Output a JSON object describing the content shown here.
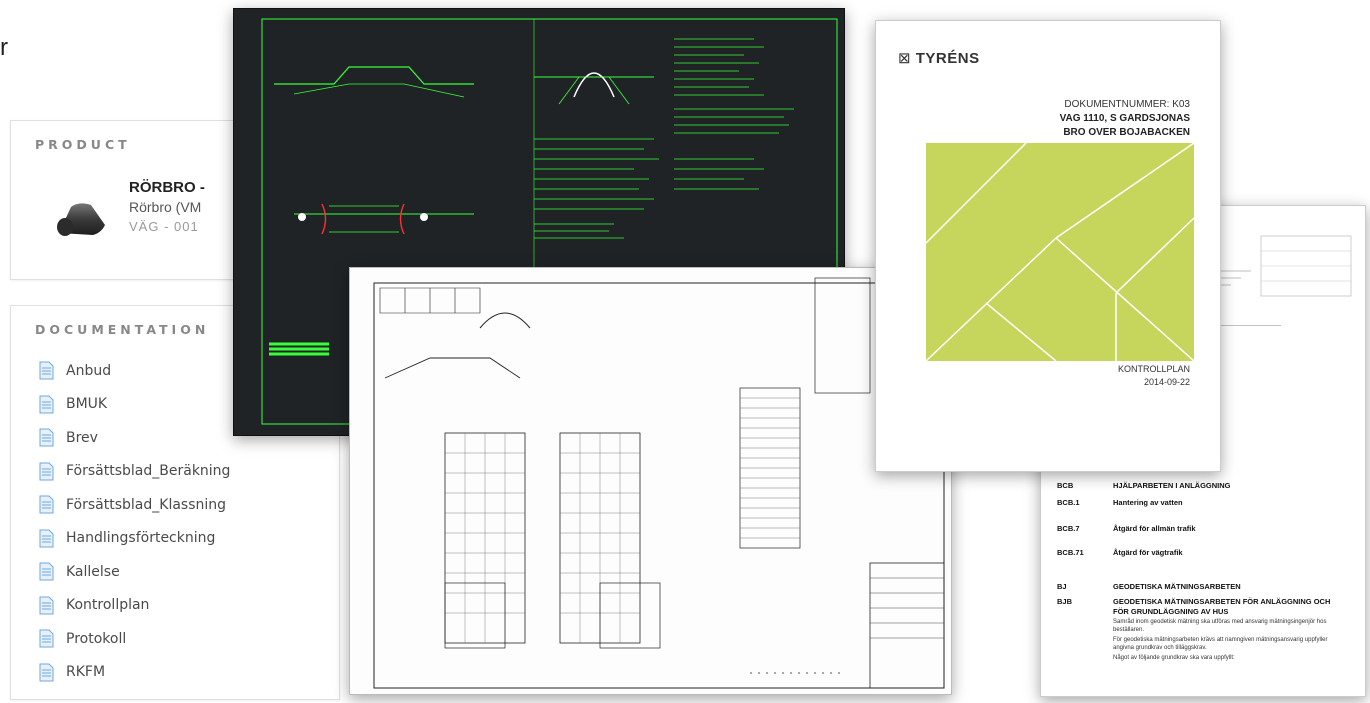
{
  "page": {
    "stray_letter": "r"
  },
  "product": {
    "heading": "PRODUCT",
    "name": "RÖRBRO -",
    "subtitle": "Rörbro (VM",
    "code": "VÄG - 001"
  },
  "documentation": {
    "heading": "DOCUMENTATION",
    "items": [
      {
        "label": "Anbud"
      },
      {
        "label": "BMUK"
      },
      {
        "label": "Brev"
      },
      {
        "label": "Försättsblad_Beräkning"
      },
      {
        "label": "Försättsblad_Klassning"
      },
      {
        "label": "Handlingsförteckning"
      },
      {
        "label": "Kallelse"
      },
      {
        "label": "Kontrollplan"
      },
      {
        "label": "Protokoll"
      },
      {
        "label": "RKFM"
      }
    ]
  },
  "tyrens_cover": {
    "logo": "TYRÉNS",
    "doc_number": "DOKUMENTNUMMER: K03",
    "title_line1": "VAG 1110, S GARDSJONAS",
    "title_line2": "BRO OVER BOJABACKEN",
    "footer_label": "KONTROLLPLAN",
    "footer_date": "2014-09-22",
    "accent_color": "#c6d55c"
  },
  "kontrollplan_sheet": {
    "rows": [
      {
        "code": "BCB",
        "text": "HJÄLPARBETEN I ANLÄGGNING"
      },
      {
        "code": "BCB.1",
        "text": "Hantering av vatten"
      },
      {
        "code": "BCB.7",
        "text": "Åtgärd för allmän trafik"
      },
      {
        "code": "BCB.71",
        "text": "Åtgärd för vägtrafik"
      },
      {
        "code": "BJ",
        "text": "GEODETISKA MÄTNINGSARBETEN"
      },
      {
        "code": "BJB",
        "text": "GEODETISKA MÄTNINGSARBETEN FÖR ANLÄGGNING OCH"
      },
      {
        "code": "",
        "text": "FÖR GRUNDLÄGGNING AV HUS"
      }
    ],
    "notes": [
      "Samråd inom geodetisk mätning ska utföras med ansvarig mätningsingenjör hos beställaren.",
      "För geodetiska mätningsarbeten krävs att namngiven mätningsansvarig uppfyller angivna grundkrav och tilläggskrav.",
      "Något av följande grundkrav ska vara uppfyllt:"
    ]
  },
  "colors": {
    "cad_background": "#1f2326",
    "cad_lines": "#39ff39",
    "cad_red": "#ff3030",
    "doc_icon": "#6fa8dc"
  }
}
